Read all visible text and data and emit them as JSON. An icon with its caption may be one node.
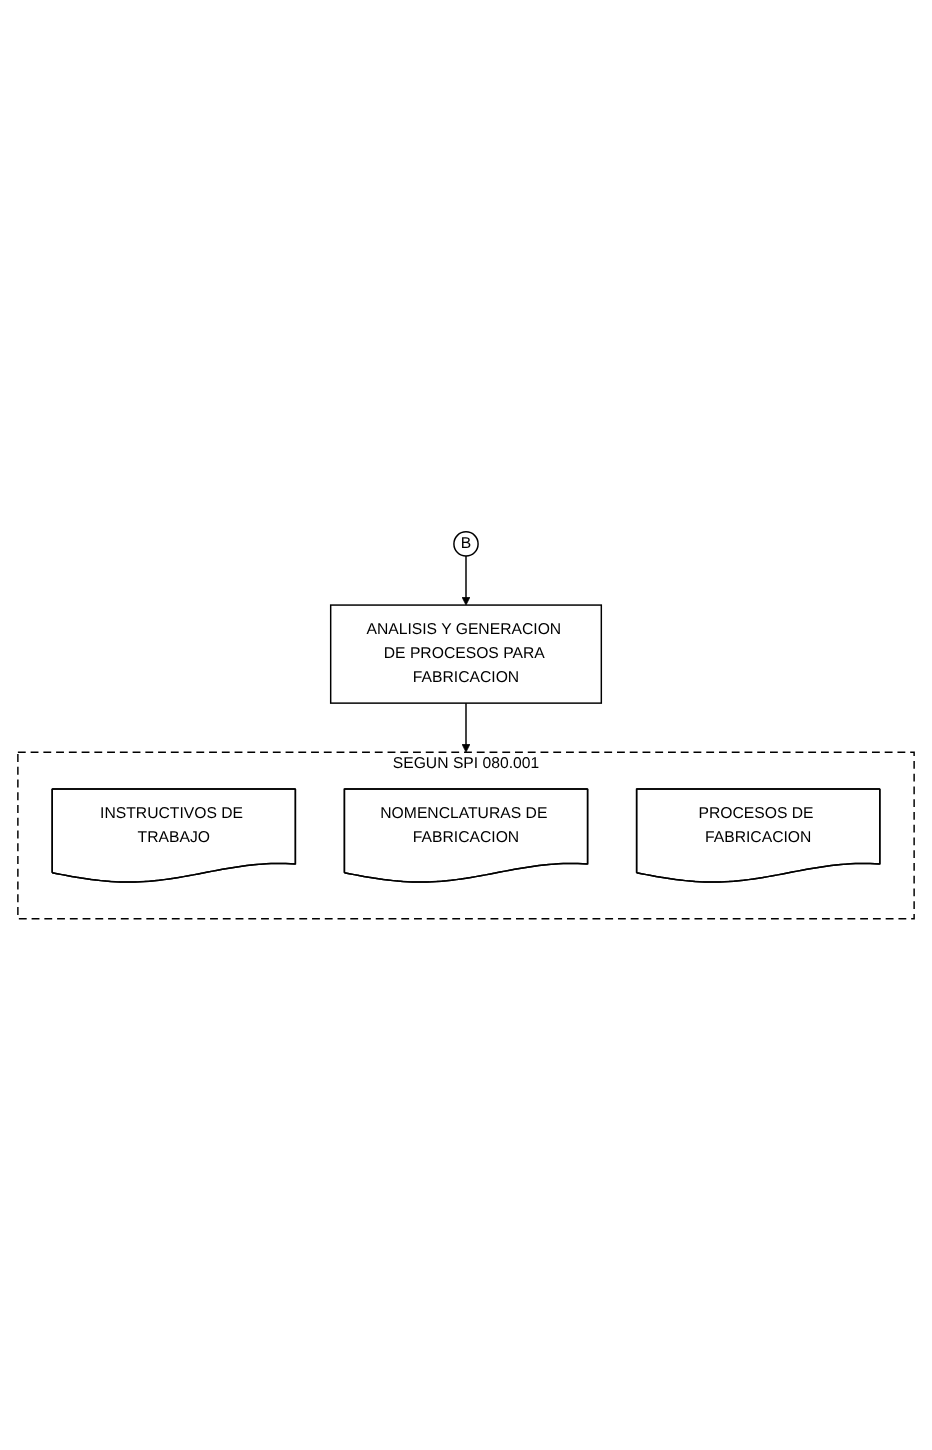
{
  "diagram": {
    "nodes": [
      {
        "text": [
          "B"
        ]
      },
      {
        "text": [
          "ANALISIS Y GENERACION DE PROCESOS PARA FABRICACION"
        ]
      },
      {
        "text": [
          "SEGUN SPI 080.001"
        ]
      },
      {
        "text": [
          "INSTRUCTIVOS DE TRABAJO"
        ],
        "in": 2
      },
      {
        "text": [
          "NOMENCLATURAS DE FABRICACION"
        ],
        "in": 2
      },
      {
        "text": [
          "PROCESOS DE FABRICACION"
        ],
        "in": 2
      }
    ],
    "edges": [
      {
        "from": 0,
        "to": 1,
        "arrow": "to"
      },
      {
        "from": 1,
        "to": 2,
        "arrow": "to"
      }
    ]
  }
}
